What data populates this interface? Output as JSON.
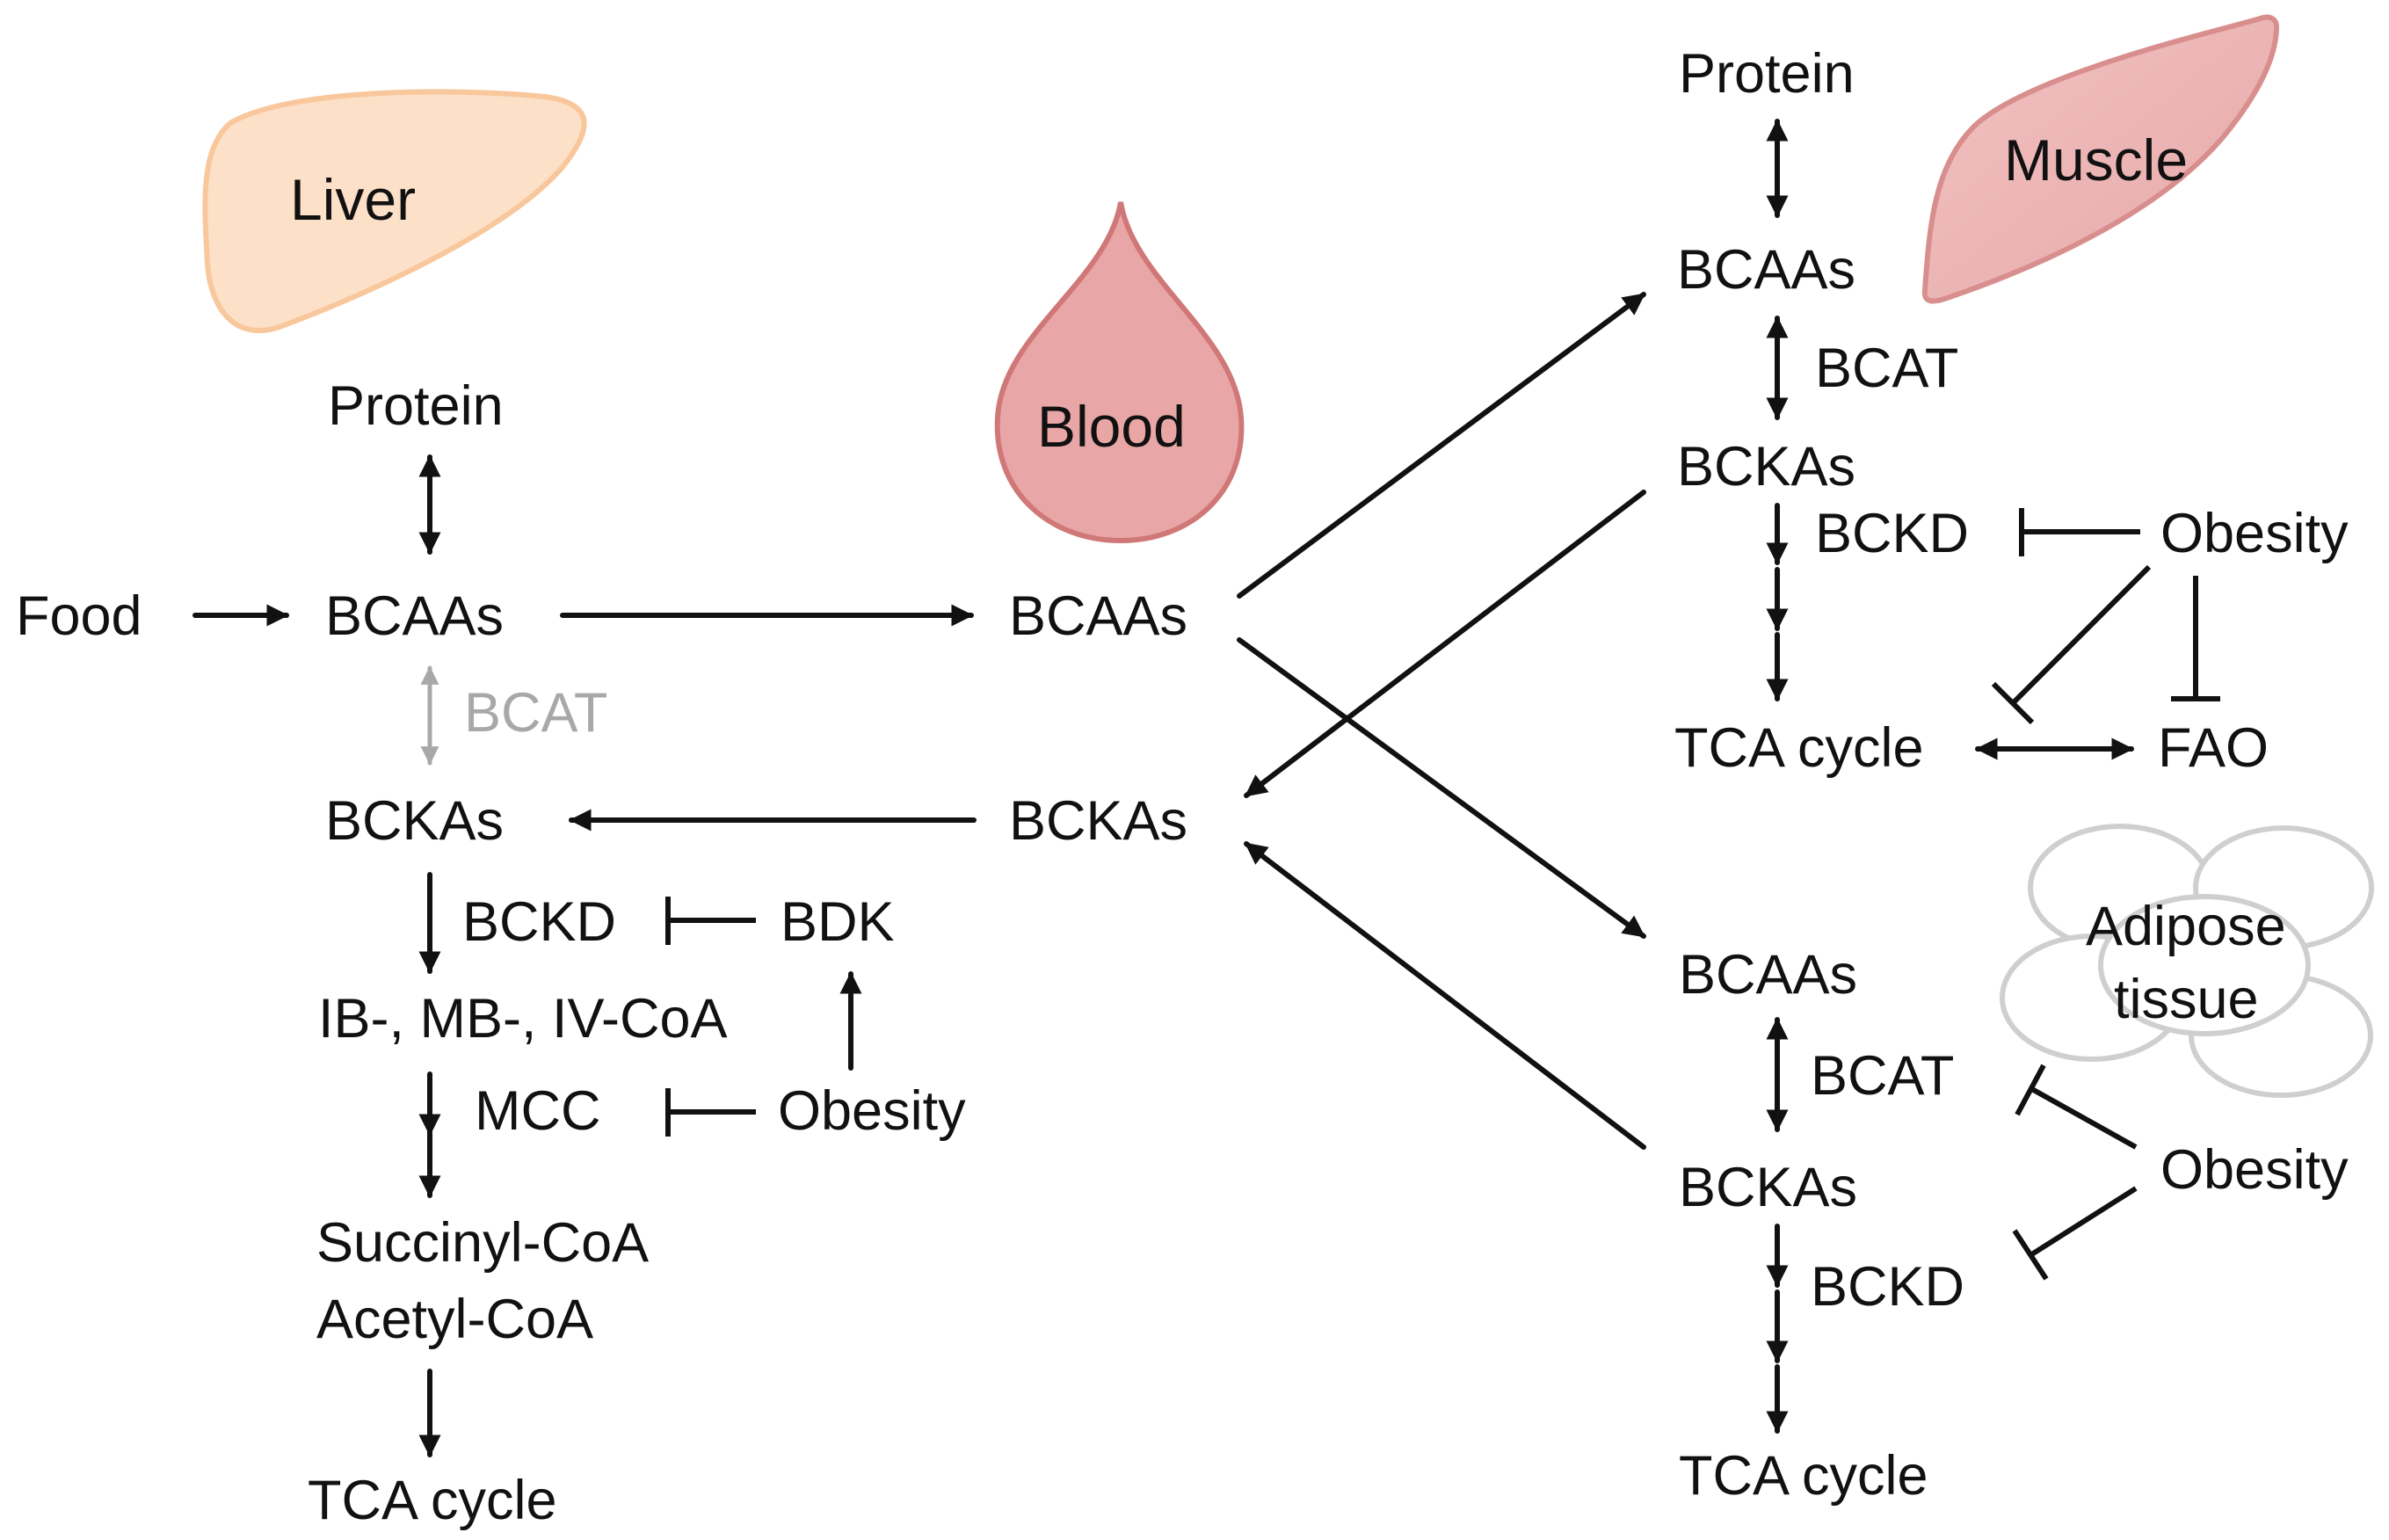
{
  "organs": {
    "liver": "Liver",
    "blood": "Blood",
    "muscle": "Muscle",
    "adipose_line1": "Adipose",
    "adipose_line2": "tissue"
  },
  "liver": {
    "protein": "Protein",
    "food": "Food",
    "bcaas": "BCAAs",
    "bcat": "BCAT",
    "bckas": "BCKAs",
    "bckd": "BCKD",
    "bdk": "BDK",
    "coa_intermediates": "IB-, MB-, IV-CoA",
    "mcc": "MCC",
    "obesity": "Obesity",
    "succinyl_coa": "Succinyl-CoA",
    "acetyl_coa": "Acetyl-CoA",
    "tca": "TCA cycle"
  },
  "blood": {
    "bcaas": "BCAAs",
    "bckas": "BCKAs"
  },
  "muscle": {
    "protein": "Protein",
    "bcaas": "BCAAs",
    "bcat": "BCAT",
    "bckas": "BCKAs",
    "bckd": "BCKD",
    "obesity": "Obesity",
    "tca": "TCA cycle",
    "fao": "FAO"
  },
  "adipose": {
    "bcaas": "BCAAs",
    "bcat": "BCAT",
    "bckas": "BCKAs",
    "obesity": "Obesity",
    "bckd": "BCKD",
    "tca": "TCA cycle"
  },
  "colors": {
    "liver_fill": "#fde0c8",
    "liver_stroke": "#f9c79c",
    "blood_fill": "#e9a6a6",
    "blood_stroke": "#d07878",
    "muscle_fill": "#efb9b9",
    "muscle_stroke": "#d98e8e",
    "adipose_stroke": "#cfcfcf",
    "faint_text": "#a8a8a8",
    "ink": "#111111"
  }
}
